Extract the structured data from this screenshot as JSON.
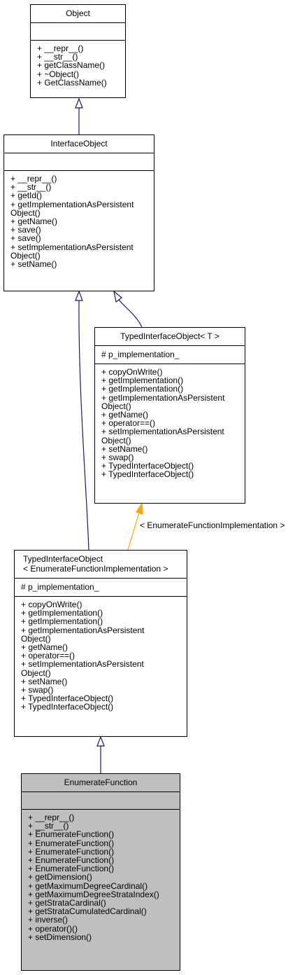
{
  "classes": {
    "object": {
      "name": "Object",
      "methods": [
        "+ __repr__()",
        "+ __str__()",
        "+ getClassName()",
        "+ ~Object()",
        "+ GetClassName()"
      ]
    },
    "interface_object": {
      "name": "InterfaceObject",
      "methods": [
        "+ __repr__()",
        "+ __str__()",
        "+ getId()",
        "+ getImplementationAsPersistent",
        "Object()",
        "+ getName()",
        "+ save()",
        "+ save()",
        "+ setImplementationAsPersistent",
        "Object()",
        "+ setName()"
      ]
    },
    "typed_interface_object_t": {
      "name": "TypedInterfaceObject< T >",
      "attributes": [
        "# p_implementation_"
      ],
      "methods": [
        "+ copyOnWrite()",
        "+ getImplementation()",
        "+ getImplementation()",
        "+ getImplementationAsPersistent",
        "Object()",
        "+ getName()",
        "+ operator==()",
        "+ setImplementationAsPersistent",
        "Object()",
        "+ setName()",
        "+ swap()",
        "+ TypedInterfaceObject()",
        "+ TypedInterfaceObject()"
      ]
    },
    "typed_interface_object_efi": {
      "name_line1": "TypedInterfaceObject",
      "name_line2": "< EnumerateFunctionImplementation >",
      "attributes": [
        "# p_implementation_"
      ],
      "methods": [
        "+ copyOnWrite()",
        "+ getImplementation()",
        "+ getImplementation()",
        "+ getImplementationAsPersistent",
        "Object()",
        "+ getName()",
        "+ operator==()",
        "+ setImplementationAsPersistent",
        "Object()",
        "+ setName()",
        "+ swap()",
        "+ TypedInterfaceObject()",
        "+ TypedInterfaceObject()"
      ]
    },
    "enumerate_function": {
      "name": "EnumerateFunction",
      "methods": [
        "+ __repr__()",
        "+ __str__()",
        "+ EnumerateFunction()",
        "+ EnumerateFunction()",
        "+ EnumerateFunction()",
        "+ EnumerateFunction()",
        "+ EnumerateFunction()",
        "+ getDimension()",
        "+ getMaximumDegreeCardinal()",
        "+ getMaximumDegreeStrataIndex()",
        "+ getStrataCardinal()",
        "+ getStrataCumulatedCardinal()",
        "+ inverse()",
        "+ operator()()",
        "+ setDimension()"
      ]
    }
  },
  "edges": {
    "template_binding_label": "< EnumerateFunctionImplementation >"
  },
  "colors": {
    "inheritance_edge": "#191970",
    "template_edge": "#ffa500",
    "highlight_fill": "#bfbfbf"
  }
}
